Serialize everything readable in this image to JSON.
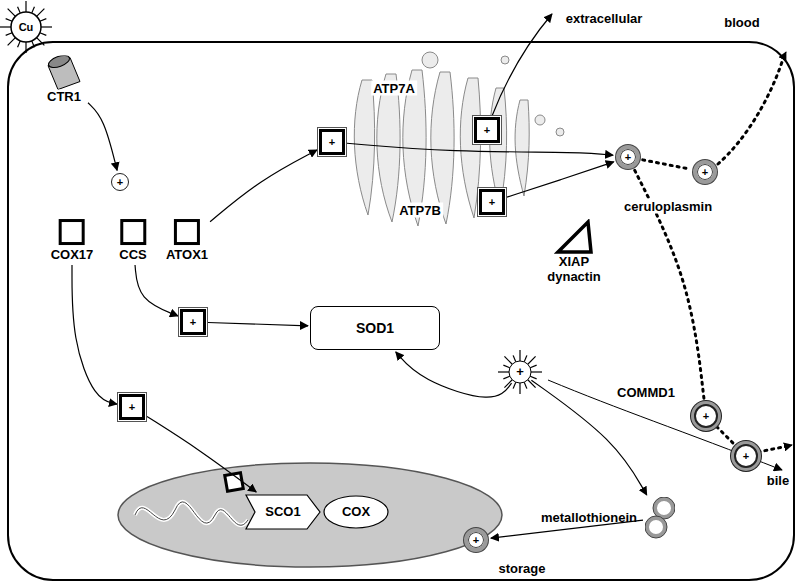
{
  "diagram": {
    "nodes": [
      {
        "text": [
          "Cu"
        ]
      },
      {
        "text": [
          "CTR1"
        ]
      },
      {
        "text": [
          "+"
        ]
      },
      {
        "text": [
          "COX17"
        ]
      },
      {
        "text": [
          "CCS"
        ]
      },
      {
        "text": [
          "ATOX1"
        ]
      },
      {
        "text": [
          "+"
        ]
      },
      {
        "text": [
          "+"
        ]
      },
      {
        "text": [
          "+"
        ]
      },
      {
        "text": [
          "+"
        ]
      },
      {
        "text": [
          "+"
        ]
      },
      {
        "text": [
          "XIAP dynactin"
        ]
      },
      {
        "text": [
          "+"
        ]
      },
      {
        "text": [
          "SOD1"
        ]
      },
      {
        "text": [
          "+"
        ]
      },
      {
        "text": [
          "SCO1"
        ]
      },
      {
        "text": [
          "COX"
        ]
      },
      {
        "text": [
          "+"
        ]
      },
      {
        "text": [
          "+"
        ]
      },
      {
        "text": [
          "+"
        ]
      },
      {
        "text": [
          "metallothionein"
        ]
      },
      {
        "text": [
          "+"
        ]
      }
    ],
    "edges": [
      {
        "from": 1,
        "to": 2,
        "arrow": "to"
      },
      {
        "from": 5,
        "to": 6,
        "arrow": "to"
      },
      {
        "from": 6,
        "to": 9,
        "arrow": "to"
      },
      {
        "from": 8,
        "to": 9,
        "arrow": "to"
      },
      {
        "from": 9,
        "to": 10,
        "arrow": "none"
      },
      {
        "from": 9,
        "to": 18,
        "arrow": "none"
      },
      {
        "from": 18,
        "to": 19,
        "arrow": "none"
      },
      {
        "from": 4,
        "to": 12,
        "arrow": "to"
      },
      {
        "from": 12,
        "to": 13,
        "arrow": "to"
      },
      {
        "from": 3,
        "to": 14,
        "arrow": "to"
      },
      {
        "from": 14,
        "to": 15,
        "arrow": "to"
      },
      {
        "from": 17,
        "to": 13,
        "arrow": "to"
      },
      {
        "from": 17,
        "to": 20,
        "arrow": "to"
      },
      {
        "from": 20,
        "to": 21,
        "arrow": "to"
      }
    ],
    "labels": [
      "extracellular",
      "blood",
      "ATP7A",
      "ATP7B",
      "ceruloplasmin",
      "COMMD1",
      "bile",
      "storage"
    ]
  }
}
